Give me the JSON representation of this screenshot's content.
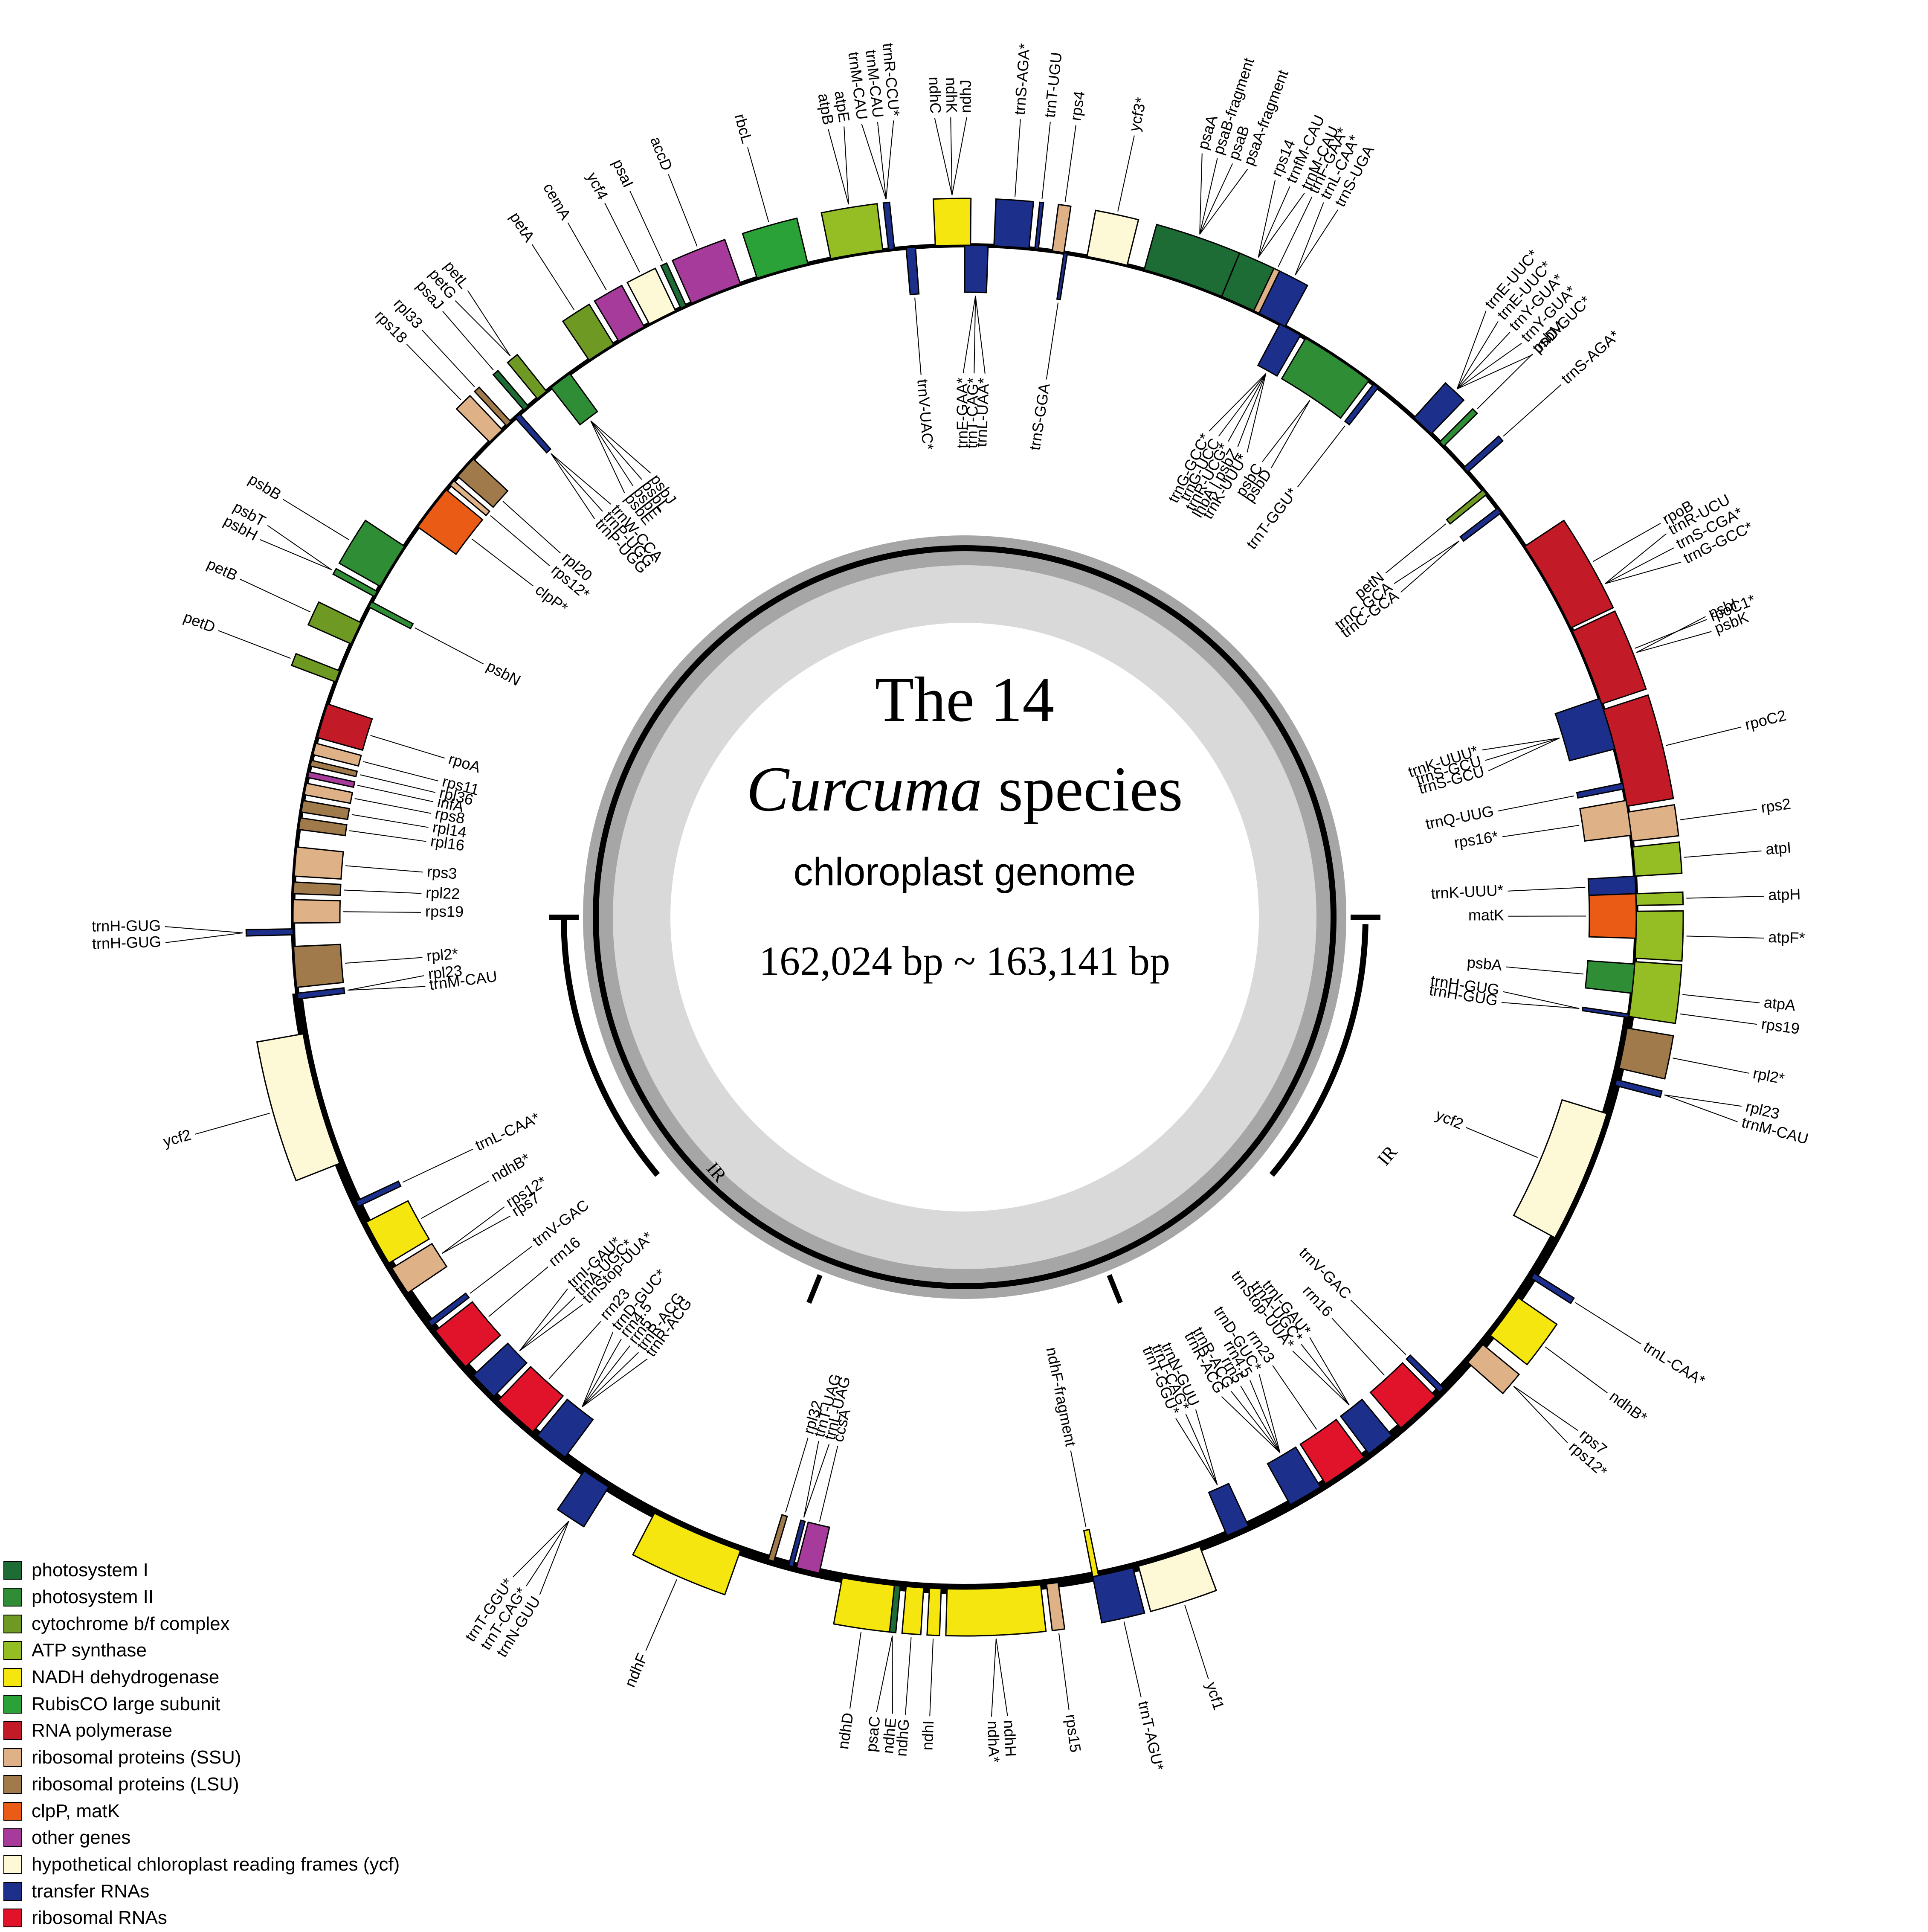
{
  "title": {
    "line1": "The 14",
    "genus": "Curcuma",
    "species_word": " species",
    "line3": "chloroplast genome",
    "line4": "162,024 bp ~ 163,141 bp"
  },
  "ir_labels": [
    "IR",
    "IR"
  ],
  "colors": {
    "ps1": "#1d6b35",
    "ps2": "#2f8e35",
    "cyt": "#6e9a23",
    "atp": "#95bd24",
    "ndh": "#f5e610",
    "rbc": "#2aa238",
    "rpo": "#c21a27",
    "ssu": "#dfb187",
    "lsu": "#a07a4b",
    "clp": "#ea5b16",
    "oth": "#a63b9b",
    "ycf": "#fdf8d5",
    "trn": "#1c2f8a",
    "rrn": "#e0132b",
    "gc_outer": "#d9d9d9",
    "gc_inner": "#a6a6a6"
  },
  "legend": [
    {
      "key": "ps1",
      "label": "photosystem I"
    },
    {
      "key": "ps2",
      "label": "photosystem II"
    },
    {
      "key": "cyt",
      "label": "cytochrome b/f complex"
    },
    {
      "key": "atp",
      "label": "ATP synthase"
    },
    {
      "key": "ndh",
      "label": "NADH dehydrogenase"
    },
    {
      "key": "rbc",
      "label": "RubisCO large subunit"
    },
    {
      "key": "rpo",
      "label": "RNA polymerase"
    },
    {
      "key": "ssu",
      "label": "ribosomal proteins (SSU)"
    },
    {
      "key": "lsu",
      "label": "ribosomal proteins (LSU)"
    },
    {
      "key": "clp",
      "label": "clpP, matK"
    },
    {
      "key": "oth",
      "label": "other genes"
    },
    {
      "key": "ycf",
      "label": "hypothetical chloroplast reading frames (ycf)"
    },
    {
      "key": "trn",
      "label": "transfer RNAs"
    },
    {
      "key": "rrn",
      "label": "ribosomal RNAs"
    }
  ],
  "genes": [
    {
      "k": "trn",
      "a0": 61.5,
      "a1": 63.5,
      "o": 1,
      "labels": [
        "trnR-UCU",
        "trnS-CGA*",
        "trnG-GCC*"
      ]
    },
    {
      "k": "trn",
      "a0": 71.0,
      "a1": 75.5,
      "o": 0,
      "labels": [
        "trnK-UUU*",
        "trnS-GCU",
        "trnS-GCU"
      ]
    },
    {
      "k": "ps2",
      "a0": 68.0,
      "a1": 69.0,
      "o": 1,
      "labels": [
        "psbI",
        "psbK"
      ]
    },
    {
      "k": "trn",
      "a0": 78.5,
      "a1": 79.0,
      "o": 0,
      "labels": [
        "trnQ-UUG"
      ]
    },
    {
      "k": "ssu",
      "a0": 80.0,
      "a1": 83.0,
      "o": 0,
      "labels": [
        "rps16*"
      ]
    },
    {
      "k": "trn",
      "a0": 86.5,
      "a1": 88.0,
      "o": 0,
      "labels": [
        "trnK-UUU*"
      ]
    },
    {
      "k": "clp",
      "a0": 88.0,
      "a1": 91.8,
      "o": 0,
      "labels": [
        "matK"
      ]
    },
    {
      "k": "ps2",
      "a0": 94.0,
      "a1": 96.5,
      "o": 0,
      "labels": [
        "psbA"
      ]
    },
    {
      "k": "ssu",
      "a0": 97.2,
      "a1": 98.2,
      "o": 1,
      "labels": [
        "rps19"
      ]
    },
    {
      "k": "trn",
      "a0": 98.3,
      "a1": 98.6,
      "o": 0,
      "labels": [
        "trnH-GUG",
        "trnH-GUG"
      ]
    },
    {
      "k": "lsu",
      "a0": 99.5,
      "a1": 103.0,
      "o": 1,
      "labels": [
        "rpl2*"
      ]
    },
    {
      "k": "trn",
      "a0": 104.0,
      "a1": 104.5,
      "o": 1,
      "labels": [
        "rpl23",
        "trnM-CAU"
      ]
    },
    {
      "k": "ycf",
      "a0": 107.0,
      "a1": 118.5,
      "o": 0,
      "labels": [
        "ycf2"
      ]
    },
    {
      "k": "trn",
      "a0": 122.0,
      "a1": 122.5,
      "o": 1,
      "labels": [
        "trnL-CAA*"
      ]
    },
    {
      "k": "ndh",
      "a0": 124.5,
      "a1": 128.5,
      "o": 1,
      "labels": [
        "ndhB*"
      ]
    },
    {
      "k": "ssu",
      "a0": 129.5,
      "a1": 131.5,
      "o": 1,
      "labels": [
        "rps7",
        "rps12*"
      ]
    },
    {
      "k": "trn",
      "a0": 134.5,
      "a1": 135.0,
      "o": 0,
      "labels": [
        "trnV-GAC"
      ]
    },
    {
      "k": "rrn",
      "a0": 135.5,
      "a1": 139.5,
      "o": 0,
      "labels": [
        "rrn16"
      ]
    },
    {
      "k": "trn",
      "a0": 140.5,
      "a1": 143.0,
      "o": 0,
      "labels": [
        "trnI-GAU*",
        "trnA-UGC*",
        "trnStop-UUA*"
      ]
    },
    {
      "k": "rrn",
      "a0": 143.5,
      "a1": 147.5,
      "o": 0,
      "labels": [
        "rrn23"
      ]
    },
    {
      "k": "trn",
      "a0": 148.0,
      "a1": 151.0,
      "o": 0,
      "labels": [
        "trnD-GUC*",
        "rrn4.5",
        "rrn5",
        "trnR-ACG",
        "trnR-ACG"
      ]
    },
    {
      "k": "trn",
      "a0": 155.0,
      "a1": 157.0,
      "o": 0,
      "labels": [
        "trnN-GUU",
        "trnT-CAG*",
        "trnT-GGU*"
      ]
    },
    {
      "k": "ycf",
      "a0": 159.5,
      "a1": 165.0,
      "o": 1,
      "labels": [
        "ycf1"
      ]
    },
    {
      "k": "trn",
      "a0": 165.5,
      "a1": 169.0,
      "o": 1,
      "labels": [
        "trnT-AGU*"
      ]
    },
    {
      "k": "ndh",
      "a0": 168.5,
      "a1": 169.0,
      "o": 0,
      "labels": [
        "ndhF-fragment"
      ]
    },
    {
      "k": "ssu",
      "a0": 172.0,
      "a1": 173.0,
      "o": 1,
      "labels": [
        "rps15"
      ]
    },
    {
      "k": "ndh",
      "a0": 173.5,
      "a1": 181.5,
      "o": 1,
      "labels": [
        "ndhH",
        "ndhA*"
      ]
    },
    {
      "k": "ndh",
      "a0": 182.0,
      "a1": 183.0,
      "o": 1,
      "labels": [
        "ndhI"
      ]
    },
    {
      "k": "ndh",
      "a0": 183.5,
      "a1": 185.0,
      "o": 1,
      "labels": [
        "ndhG"
      ]
    },
    {
      "k": "ps1",
      "a0": 185.5,
      "a1": 186.0,
      "o": 1,
      "labels": [
        "ndhE",
        "psaC"
      ]
    },
    {
      "k": "ndh",
      "a0": 186.0,
      "a1": 190.5,
      "o": 1,
      "labels": [
        "ndhD"
      ]
    },
    {
      "k": "oth",
      "a0": 192.5,
      "a1": 194.5,
      "o": 0,
      "labels": [
        "ccsA"
      ]
    },
    {
      "k": "trn",
      "a0": 194.8,
      "a1": 195.2,
      "o": 0,
      "labels": [
        "trnL-UAG",
        "trnT-UAG"
      ]
    },
    {
      "k": "lsu",
      "a0": 196.5,
      "a1": 197.0,
      "o": 0,
      "labels": [
        "rpl32"
      ]
    },
    {
      "k": "ndh",
      "a0": 199.5,
      "a1": 207.5,
      "o": 1,
      "labels": [
        "ndhF"
      ]
    },
    {
      "k": "trn",
      "a0": 212.0,
      "a1": 214.5,
      "o": 1,
      "labels": [
        "trnN-GUU",
        "trnT-CAG*",
        "trnT-GGU*"
      ]
    },
    {
      "k": "trn",
      "a0": 216.5,
      "a1": 219.5,
      "o": 0,
      "labels": [
        "trnR-ACG",
        "trnR-ACG",
        "rrn5",
        "rrn4.5",
        "trnD-GUC*"
      ]
    },
    {
      "k": "rrn",
      "a0": 220.0,
      "a1": 224.0,
      "o": 0,
      "labels": [
        "rrn23"
      ]
    },
    {
      "k": "trn",
      "a0": 224.5,
      "a1": 227.0,
      "o": 0,
      "labels": [
        "trnStop-UUA*",
        "trnA-UGC*",
        "trnI-GAU*"
      ]
    },
    {
      "k": "rrn",
      "a0": 228.0,
      "a1": 232.0,
      "o": 0,
      "labels": [
        "rrn16"
      ]
    },
    {
      "k": "trn",
      "a0": 232.5,
      "a1": 233.0,
      "o": 0,
      "labels": [
        "trnV-GAC"
      ]
    },
    {
      "k": "ssu",
      "a0": 236.0,
      "a1": 238.5,
      "o": 0,
      "labels": [
        "rps7",
        "rps12*"
      ]
    },
    {
      "k": "ndh",
      "a0": 239.0,
      "a1": 243.0,
      "o": 0,
      "labels": [
        "ndhB*"
      ]
    },
    {
      "k": "trn",
      "a0": 244.5,
      "a1": 245.0,
      "o": 0,
      "labels": [
        "trnL-CAA*"
      ]
    },
    {
      "k": "ycf",
      "a0": 248.5,
      "a1": 260.0,
      "o": 1,
      "labels": [
        "ycf2"
      ]
    },
    {
      "k": "trn",
      "a0": 263.0,
      "a1": 263.5,
      "o": 0,
      "labels": [
        "trnM-CAU",
        "rpl23"
      ]
    },
    {
      "k": "lsu",
      "a0": 264.0,
      "a1": 267.5,
      "o": 0,
      "labels": [
        "rpl2*"
      ]
    },
    {
      "k": "trn",
      "a0": 268.5,
      "a1": 269.0,
      "o": 1,
      "labels": [
        "trnH-GUG",
        "trnH-GUG"
      ]
    },
    {
      "k": "ssu",
      "a0": 269.5,
      "a1": 271.5,
      "o": 0,
      "labels": [
        "rps19"
      ]
    },
    {
      "k": "lsu",
      "a0": 272.0,
      "a1": 273.0,
      "o": 0,
      "labels": [
        "rpl22"
      ]
    },
    {
      "k": "ssu",
      "a0": 273.5,
      "a1": 276.0,
      "o": 0,
      "labels": [
        "rps3"
      ]
    },
    {
      "k": "lsu",
      "a0": 277.5,
      "a1": 278.5,
      "o": 0,
      "labels": [
        "rpl16"
      ]
    },
    {
      "k": "lsu",
      "a0": 279.0,
      "a1": 280.0,
      "o": 0,
      "labels": [
        "rpl14"
      ]
    },
    {
      "k": "ssu",
      "a0": 280.5,
      "a1": 281.5,
      "o": 0,
      "labels": [
        "rps8"
      ]
    },
    {
      "k": "oth",
      "a0": 282.0,
      "a1": 282.5,
      "o": 0,
      "labels": [
        "infA"
      ]
    },
    {
      "k": "lsu",
      "a0": 283.0,
      "a1": 283.5,
      "o": 0,
      "labels": [
        "rpl36"
      ]
    },
    {
      "k": "ssu",
      "a0": 284.0,
      "a1": 285.0,
      "o": 0,
      "labels": [
        "rps11"
      ]
    },
    {
      "k": "rpo",
      "a0": 285.5,
      "a1": 288.5,
      "o": 0,
      "labels": [
        "rpoA"
      ]
    },
    {
      "k": "cyt",
      "a0": 290.5,
      "a1": 291.5,
      "o": 1,
      "labels": [
        "petD"
      ]
    },
    {
      "k": "cyt",
      "a0": 294.0,
      "a1": 296.0,
      "o": 1,
      "labels": [
        "petB"
      ]
    },
    {
      "k": "ps2",
      "a0": 297.5,
      "a1": 298.0,
      "o": 0,
      "labels": [
        "psbN"
      ]
    },
    {
      "k": "ps2",
      "a0": 298.5,
      "a1": 299.0,
      "o": 1,
      "labels": [
        "psbH",
        "psbT"
      ]
    },
    {
      "k": "ps2",
      "a0": 299.5,
      "a1": 303.5,
      "o": 1,
      "labels": [
        "psbB"
      ]
    },
    {
      "k": "clp",
      "a0": 305.5,
      "a1": 309.5,
      "o": 0,
      "labels": [
        "clpP*"
      ]
    },
    {
      "k": "ssu",
      "a0": 310.0,
      "a1": 310.5,
      "o": 0,
      "labels": [
        "rps12*"
      ]
    },
    {
      "k": "lsu",
      "a0": 311.0,
      "a1": 313.0,
      "o": 0,
      "labels": [
        "rpl20"
      ]
    },
    {
      "k": "ssu",
      "a0": 315.0,
      "a1": 316.5,
      "o": 1,
      "labels": [
        "rps18"
      ]
    },
    {
      "k": "lsu",
      "a0": 317.0,
      "a1": 317.5,
      "o": 1,
      "labels": [
        "rpl33"
      ]
    },
    {
      "k": "trn",
      "a0": 318.0,
      "a1": 318.5,
      "o": 0,
      "labels": [
        "trnP-UGG",
        "trnP-UGG",
        "trnW-CCA"
      ]
    },
    {
      "k": "ps1",
      "a0": 319.0,
      "a1": 319.5,
      "o": 1,
      "labels": [
        "psaJ"
      ]
    },
    {
      "k": "cyt",
      "a0": 320.5,
      "a1": 321.5,
      "o": 1,
      "labels": [
        "petG",
        "petL"
      ]
    },
    {
      "k": "ps2",
      "a0": 322.0,
      "a1": 324.0,
      "o": 0,
      "labels": [
        "psbE",
        "psbF",
        "psbL",
        "psbJ"
      ]
    },
    {
      "k": "cyt",
      "a0": 326.0,
      "a1": 328.5,
      "o": 1,
      "labels": [
        "petA"
      ]
    },
    {
      "k": "oth",
      "a0": 329.0,
      "a1": 331.5,
      "o": 1,
      "labels": [
        "cemA"
      ]
    },
    {
      "k": "ycf",
      "a0": 332.0,
      "a1": 334.5,
      "o": 1,
      "labels": [
        "ycf4"
      ]
    },
    {
      "k": "ps1",
      "a0": 335.0,
      "a1": 335.5,
      "o": 1,
      "labels": [
        "psaI"
      ]
    },
    {
      "k": "oth",
      "a0": 336.0,
      "a1": 340.5,
      "o": 1,
      "labels": [
        "accD"
      ]
    },
    {
      "k": "rbc",
      "a0": 342.0,
      "a1": 346.5,
      "o": 1,
      "labels": [
        "rbcL"
      ]
    },
    {
      "k": "atp",
      "a0": 348.5,
      "a1": 353.0,
      "o": 1,
      "labels": [
        "atpB",
        "atpE"
      ]
    },
    {
      "k": "trn",
      "a0": 353.5,
      "a1": 354.0,
      "o": 1,
      "labels": [
        "trnM-CAU",
        "trnM-CAU",
        "trnR-CCU*"
      ]
    },
    {
      "k": "trn",
      "a0": 355.0,
      "a1": 355.8,
      "o": 0,
      "labels": [
        "trnV-UAC*"
      ]
    },
    {
      "k": "ndh",
      "a0": 357.5,
      "a1": 360.5,
      "o": 1,
      "labels": [
        "ndhC",
        "ndhK",
        "ndhJ"
      ]
    },
    {
      "k": "trn",
      "a0": 360.0,
      "a1": 362.0,
      "o": 0,
      "labels": [
        "trnF-GAA*",
        "trnT-CAG*",
        "trnL-UAA*"
      ]
    },
    {
      "k": "trn",
      "a0": 362.5,
      "a1": 365.5,
      "o": 1,
      "labels": [
        "trnS-AGA*"
      ]
    },
    {
      "k": "trn",
      "a0": 366.0,
      "a1": 366.3,
      "o": 1,
      "labels": [
        "trnT-UGU"
      ]
    },
    {
      "k": "ssu",
      "a0": 367.5,
      "a1": 368.5,
      "o": 1,
      "labels": [
        "rps4"
      ]
    },
    {
      "k": "trn",
      "a0": 368.5,
      "a1": 368.8,
      "o": 0,
      "labels": [
        "trnS-GGA"
      ]
    },
    {
      "k": "ycf",
      "a0": 370.5,
      "a1": 374.0,
      "o": 1,
      "labels": [
        "ycf3*"
      ]
    },
    {
      "k": "ps1",
      "a0": 375.5,
      "a1": 382.5,
      "o": 1,
      "labels": [
        "psaA",
        "psaB-fragment",
        "psaB",
        "psaA-fragment"
      ]
    },
    {
      "k": "ps1",
      "a0": 382.5,
      "a1": 385.5,
      "o": 1,
      "labels": [
        "rps14",
        "trnfM-CAU",
        "trnM-CAU"
      ]
    },
    {
      "k": "ssu",
      "a0": 385.5,
      "a1": 386.0,
      "o": 1,
      "labels": [
        "trnF-GAA*"
      ]
    },
    {
      "k": "trn",
      "a0": 386.0,
      "a1": 388.5,
      "o": 1,
      "labels": [
        "trnL-CAA*",
        "trnS-UGA"
      ]
    },
    {
      "k": "trn",
      "a0": 388.0,
      "a1": 390.0,
      "o": 0,
      "labels": [
        "trnG-GCC*",
        "trnG-UCC",
        "trnR-UCG*",
        "lhbA | psbZ",
        "trnK-UUU*"
      ]
    },
    {
      "k": "ps2",
      "a0": 390.5,
      "a1": 397.0,
      "o": 0,
      "labels": [
        "psbC",
        "psbD"
      ]
    },
    {
      "k": "trn",
      "a0": 397.5,
      "a1": 398.0,
      "o": 0,
      "labels": [
        "trnT-GGU*"
      ]
    },
    {
      "k": "trn",
      "a0": 402.0,
      "a1": 404.0,
      "o": 1,
      "labels": [
        "trnE-UUC*",
        "trnE-UUC*",
        "trnY-GUA*",
        "trnY-GUA*",
        "trnD-GUC*"
      ]
    },
    {
      "k": "ps2",
      "a0": 405.0,
      "a1": 405.5,
      "o": 1,
      "labels": [
        "psbM"
      ]
    },
    {
      "k": "trn",
      "a0": 408.0,
      "a1": 408.5,
      "o": 1,
      "labels": [
        "trnS-AGA*"
      ]
    },
    {
      "k": "cyt",
      "a0": 410.5,
      "a1": 411.0,
      "o": 0,
      "labels": [
        "petN"
      ]
    },
    {
      "k": "trn",
      "a0": 412.5,
      "a1": 413.0,
      "o": 0,
      "labels": [
        "trnC-GCA",
        "trnC-GCA"
      ]
    },
    {
      "k": "rpo",
      "a0": 416.5,
      "a1": 424.5,
      "o": 1,
      "labels": [
        "rpoB"
      ]
    },
    {
      "k": "rpo",
      "a0": 424.8,
      "a1": 431.5,
      "o": 1,
      "labels": [
        "rpoC1*"
      ]
    },
    {
      "k": "rpo",
      "a0": 432.0,
      "a1": 440.5,
      "o": 1,
      "labels": [
        "rpoC2"
      ]
    },
    {
      "k": "ssu",
      "a0": 441.0,
      "a1": 443.5,
      "o": 1,
      "labels": [
        "rps2"
      ]
    },
    {
      "k": "atp",
      "a0": 444.0,
      "a1": 446.5,
      "o": 1,
      "labels": [
        "atpI"
      ]
    },
    {
      "k": "atp",
      "a0": 448.0,
      "a1": 449.0,
      "o": 1,
      "labels": [
        "atpH"
      ]
    },
    {
      "k": "atp",
      "a0": 449.5,
      "a1": 453.5,
      "o": 1,
      "labels": [
        "atpF*"
      ]
    },
    {
      "k": "atp",
      "a0": 453.8,
      "a1": 458.5,
      "o": 1,
      "labels": [
        "atpA"
      ]
    }
  ]
}
